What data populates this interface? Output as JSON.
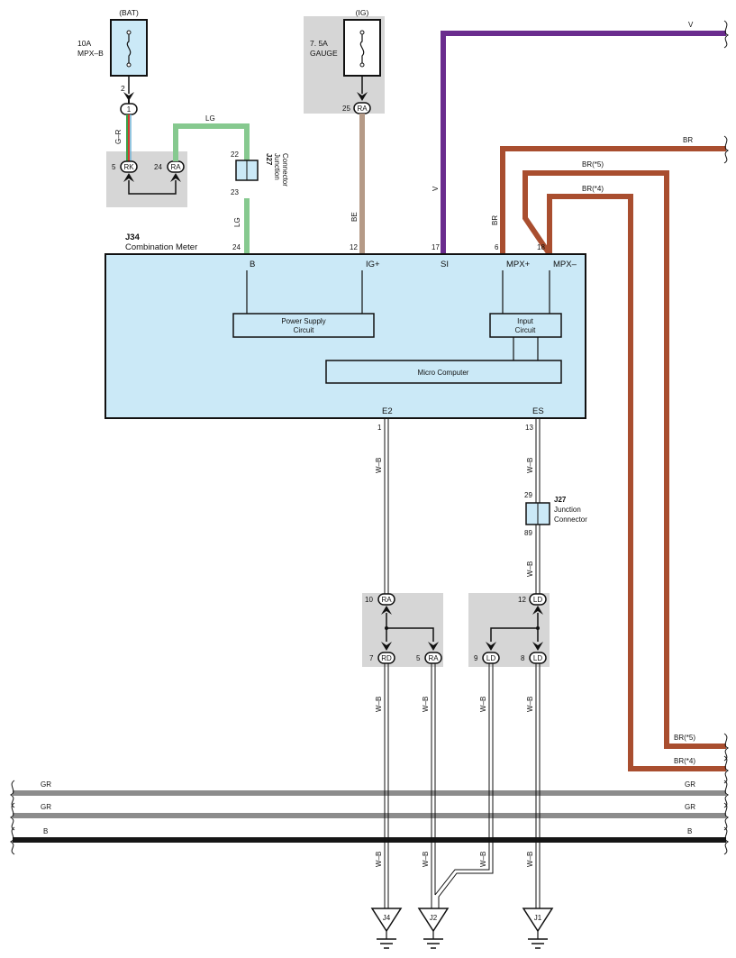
{
  "fuses": {
    "bat": {
      "supply": "(BAT)",
      "rating": "10A",
      "name": "MPX–B",
      "pin": "2"
    },
    "ig": {
      "supply": "(IG)",
      "rating": "7. 5A",
      "name": "GAUGE",
      "pin": "25",
      "conn": "RA"
    }
  },
  "splices": {
    "top_left": {
      "in_pin": "1",
      "left_pin": "5",
      "left_conn": "RK",
      "right_pin": "24",
      "right_conn": "RA"
    },
    "e2": {
      "in_pin": "10",
      "in_conn": "RA",
      "out1_pin": "7",
      "out1_conn": "RD",
      "out2_pin": "5",
      "out2_conn": "RA"
    },
    "es": {
      "in_pin": "12",
      "in_conn": "LD",
      "out1_pin": "9",
      "out1_conn": "LD",
      "out2_pin": "8",
      "out2_conn": "LD"
    }
  },
  "junctions": {
    "upper": {
      "code": "J27",
      "line1": "Junction",
      "line2": "Connector",
      "pin_in": "22",
      "pin_out": "23"
    },
    "lower": {
      "code": "J27",
      "line1": "Junction",
      "line2": "Connector",
      "pin_in": "29",
      "pin_out": "89"
    }
  },
  "meter": {
    "code": "J34",
    "name": "Combination Meter",
    "pins": [
      {
        "num": "24",
        "name": "B"
      },
      {
        "num": "12",
        "name": "IG+"
      },
      {
        "num": "17",
        "name": "SI"
      },
      {
        "num": "6",
        "name": "MPX+"
      },
      {
        "num": "18",
        "name": "MPX–"
      }
    ],
    "bottom_pins": [
      {
        "num": "1",
        "name": "E2"
      },
      {
        "num": "13",
        "name": "ES"
      }
    ],
    "blocks": {
      "power": [
        "Power Supply",
        "Circuit"
      ],
      "input": [
        "Input",
        "Circuit"
      ],
      "micro": "Micro Computer"
    }
  },
  "wires": {
    "gr_label": "G–R",
    "lg": "LG",
    "be": "BE",
    "v": "V",
    "br": "BR",
    "br5": "BR(*5)",
    "br4": "BR(*4)",
    "wb": "W–B",
    "gr": "GR",
    "b": "B"
  },
  "grounds": [
    "J4",
    "J2",
    "J1"
  ],
  "colors": {
    "lg": "#86c98f",
    "be": "#b59a87",
    "v": "#6a2c8e",
    "br": "#a94e2f",
    "gr": "#8c8c8c",
    "b": "#151515",
    "meter_fill": "#cbe9f7",
    "connector_bg": "#d6d6d6"
  }
}
